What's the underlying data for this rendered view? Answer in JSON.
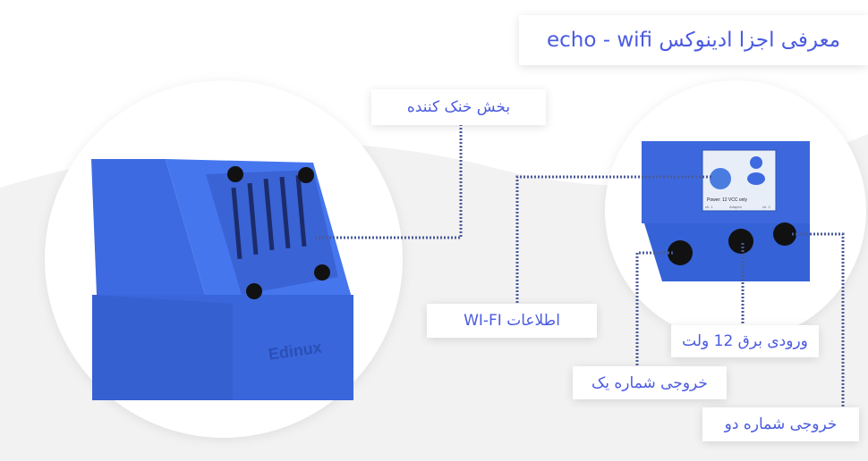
{
  "title": "معرفی اجزا ادینوکس echo - wifi",
  "labels": {
    "cooling": "بخش خنک کننده",
    "wifi_info": "اطلاعات WI-FI",
    "power_input": "ورودی برق 12 ولت",
    "output_one": "خروجی شماره یک",
    "output_two": "خروجی شماره دو"
  },
  "device": {
    "brand": "Edinux",
    "panel": {
      "power": "Power: 12 VCC only",
      "ch1": "ch. 1",
      "adaptor": "Adaptor",
      "ch2": "ch. 2"
    }
  },
  "colors": {
    "accent": "#4a5be0",
    "device": "#3f6fe0",
    "line": "#4a5a9a"
  }
}
